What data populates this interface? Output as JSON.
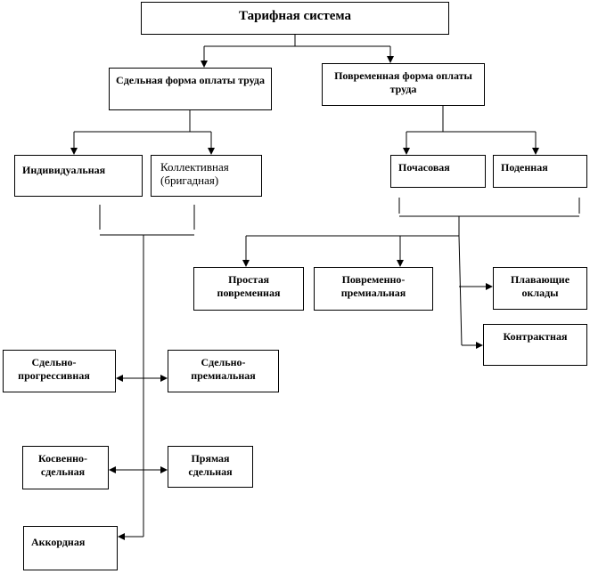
{
  "title": "Тарифная система",
  "piece_form": "Сдельная форма оплаты труда",
  "time_form": "Повременная форма оплаты труда",
  "individual": "Индивидуальная",
  "collective": "Коллективная (бригадная)",
  "hourly": "Почасовая",
  "daily": "Поденная",
  "simple_time": "Простая повременная",
  "time_bonus": "Повременно-премиальная",
  "floating_salaries": "Плавающие оклады",
  "contract": "Контрактная",
  "piece_progressive": "Сдельно-прогрессивная",
  "piece_bonus": "Сдельно-премиальная",
  "indirect_piece": "Косвенно-сдельная",
  "direct_piece": "Прямая сдельная",
  "lump_sum": "Аккордная"
}
